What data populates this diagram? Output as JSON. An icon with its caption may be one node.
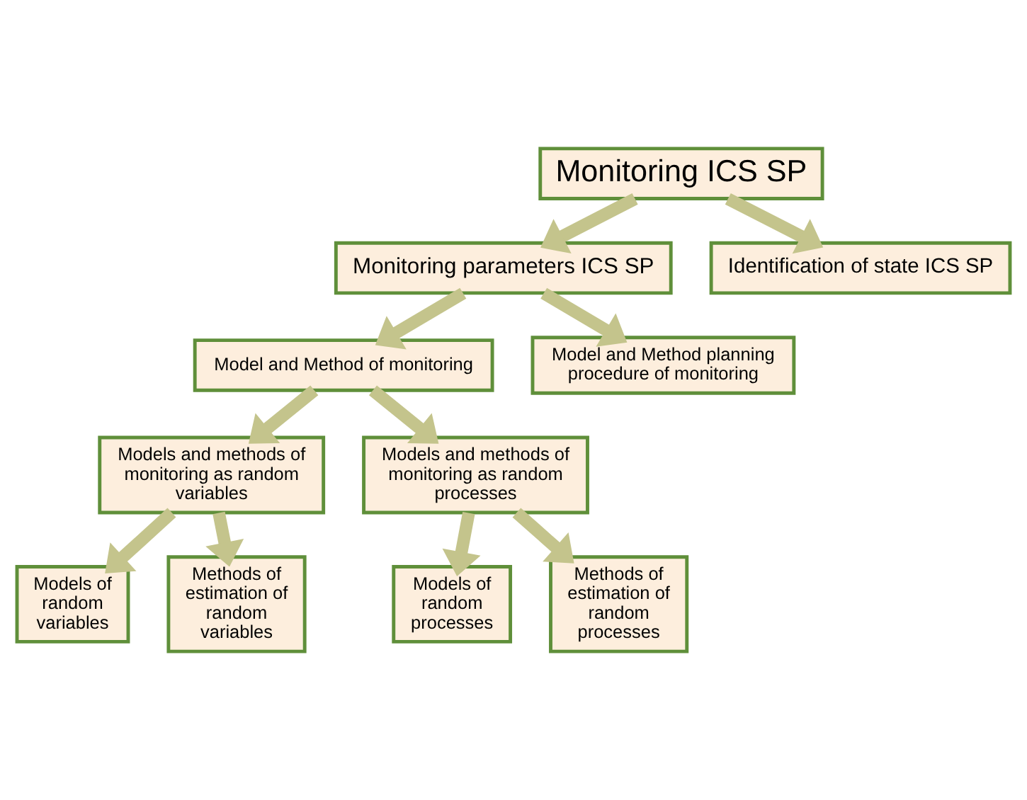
{
  "diagram": {
    "nodes": [
      {
        "text": [
          "Monitoring ICS SP"
        ]
      },
      {
        "text": [
          "Monitoring parameters ICS SP"
        ]
      },
      {
        "text": [
          "Identification of state ICS SP"
        ]
      },
      {
        "text": [
          "Model and Method of monitoring"
        ]
      },
      {
        "text": [
          "Model and Method planning procedure of monitoring"
        ]
      },
      {
        "text": [
          "Models and methods of monitoring as random variables"
        ]
      },
      {
        "text": [
          "Models and methods of monitoring as random processes"
        ]
      },
      {
        "text": [
          "Models of random variables"
        ]
      },
      {
        "text": [
          "Methods of estimation of random variables"
        ]
      },
      {
        "text": [
          "Models of random processes"
        ]
      },
      {
        "text": [
          "Methods of estimation of random processes"
        ]
      }
    ],
    "edges": [
      {
        "from": 0,
        "to": 1,
        "arrow": "to"
      },
      {
        "from": 0,
        "to": 2,
        "arrow": "to"
      },
      {
        "from": 1,
        "to": 3,
        "arrow": "to"
      },
      {
        "from": 1,
        "to": 4,
        "arrow": "to"
      },
      {
        "from": 3,
        "to": 5,
        "arrow": "to"
      },
      {
        "from": 3,
        "to": 6,
        "arrow": "to"
      },
      {
        "from": 5,
        "to": 7,
        "arrow": "to"
      },
      {
        "from": 5,
        "to": 8,
        "arrow": "to"
      },
      {
        "from": 6,
        "to": 9,
        "arrow": "to"
      },
      {
        "from": 6,
        "to": 10,
        "arrow": "to"
      }
    ]
  }
}
